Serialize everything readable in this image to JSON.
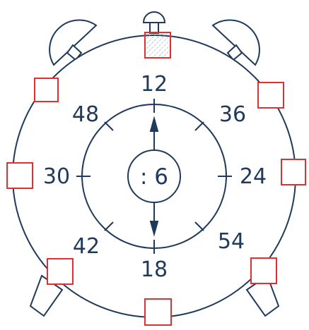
{
  "clock_numbers": {
    "top": "12",
    "upper_right": "36",
    "right": "24",
    "lower_right": "54",
    "bottom": "18",
    "lower_left": "42",
    "left": "30",
    "upper_left": "48"
  },
  "center_operation": ": 6",
  "answer_boxes": [
    "",
    "",
    "",
    "",
    "",
    "",
    "",
    ""
  ],
  "colors": {
    "ink": "#1f3a5a",
    "box_border": "#e0302f"
  }
}
